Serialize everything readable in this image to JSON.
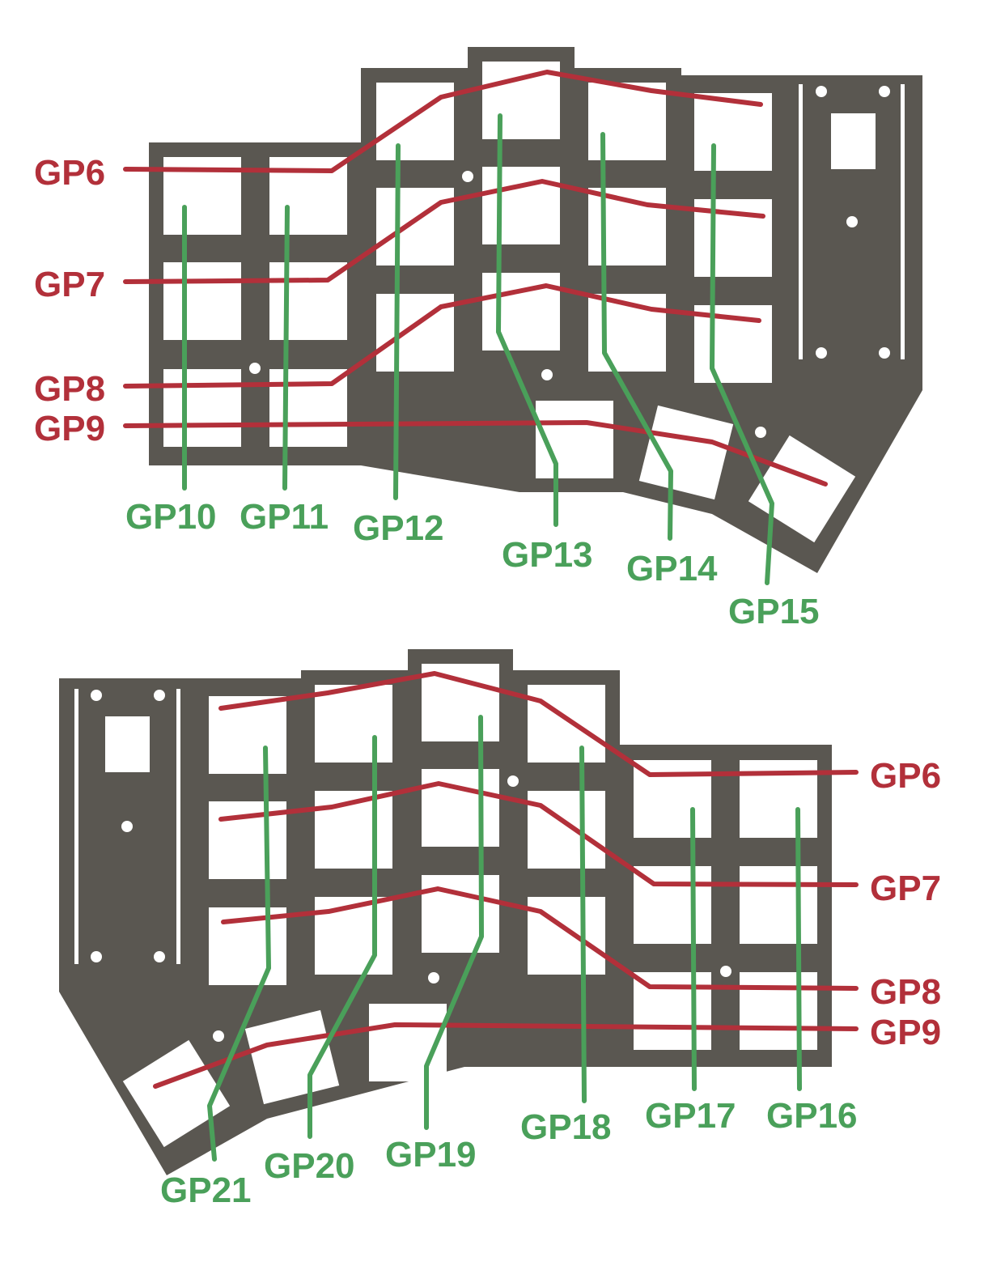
{
  "colors": {
    "board": "#5a5751",
    "cutout": "#ffffff",
    "row_wire": "#b2303a",
    "col_wire": "#4aa05a"
  },
  "left_half": {
    "row_labels": [
      "GP6",
      "GP7",
      "GP8",
      "GP9"
    ],
    "column_labels": [
      "GP10",
      "GP11",
      "GP12",
      "GP13",
      "GP14",
      "GP15"
    ]
  },
  "right_half": {
    "row_labels": [
      "GP6",
      "GP7",
      "GP8",
      "GP9"
    ],
    "column_labels": [
      "GP21",
      "GP20",
      "GP19",
      "GP18",
      "GP17",
      "GP16"
    ]
  }
}
